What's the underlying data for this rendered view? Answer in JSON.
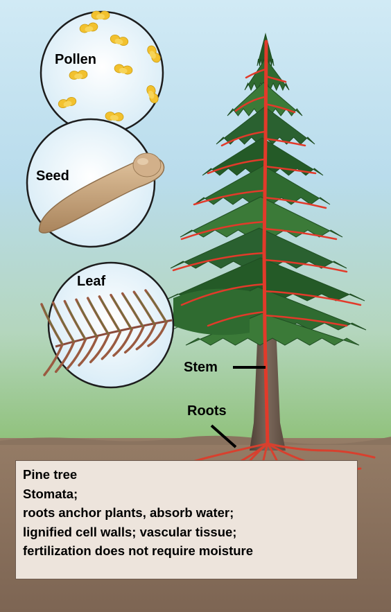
{
  "labels": {
    "pollen": "Pollen",
    "seed": "Seed",
    "leaf": "Leaf",
    "stem": "Stem",
    "roots": "Roots"
  },
  "info_box": {
    "lines": [
      "Pine tree",
      "Stomata;",
      "roots anchor plants, absorb water;",
      "lignified cell walls; vascular tissue;",
      "fertilization does not require moisture"
    ]
  },
  "colors": {
    "sky_top": "#cde8f4",
    "sky_bottom": "#9cc88e",
    "soil": "#8b735f",
    "needles": "#2f6b30",
    "vascular": "#e23a2a",
    "trunk": "#6a584a",
    "pollen": "#f2c12e",
    "seed": "#c9a57b",
    "info_bg": "#ede4dc"
  }
}
